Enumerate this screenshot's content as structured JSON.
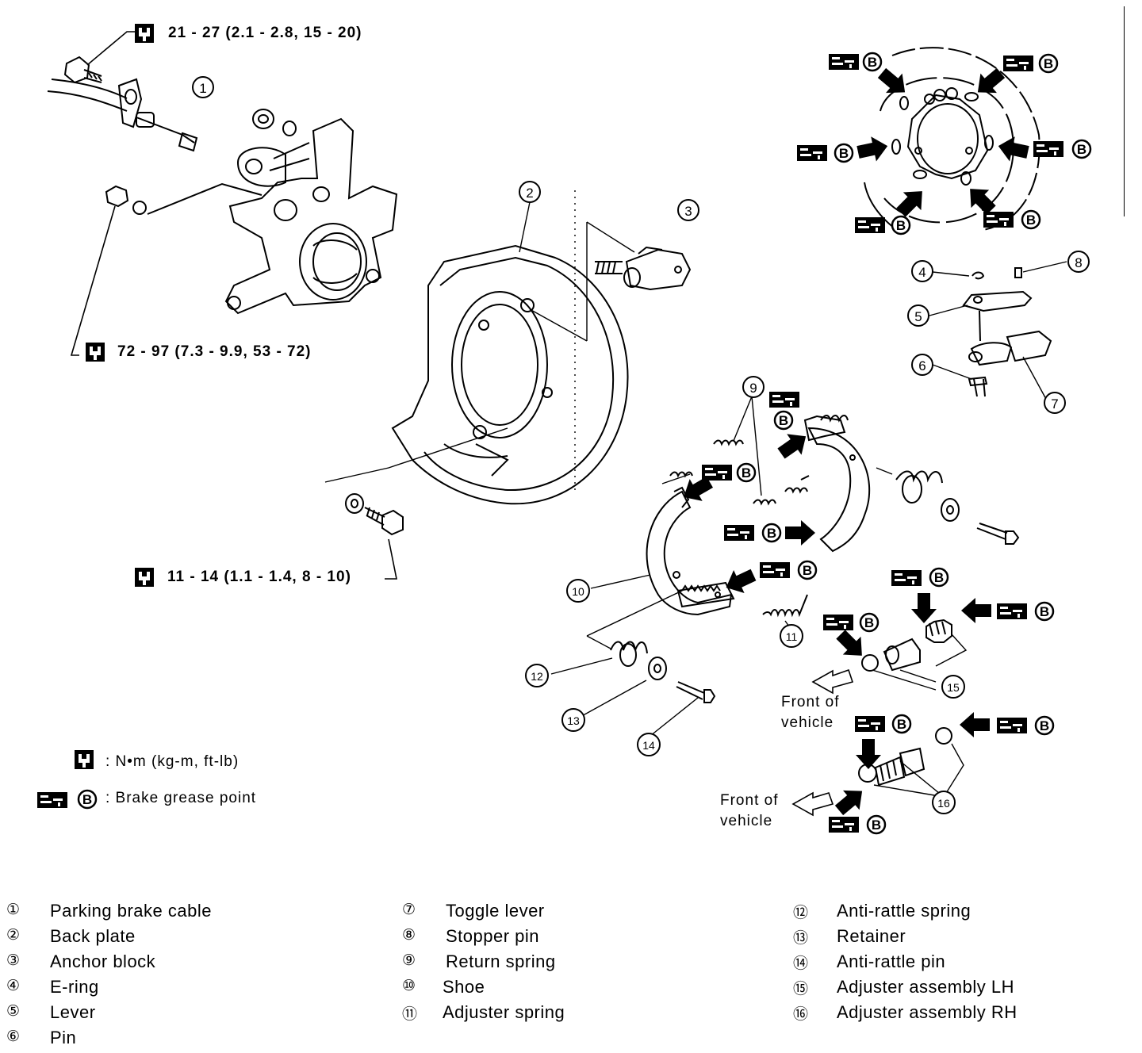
{
  "torque_specs": [
    {
      "id": "t1",
      "text": "21 - 27 (2.1 - 2.8, 15 - 20)"
    },
    {
      "id": "t2",
      "text": "72 - 97 (7.3 - 9.9, 53 - 72)"
    },
    {
      "id": "t3",
      "text": "11 - 14 (1.1 - 1.4, 8 - 10)"
    }
  ],
  "legend": {
    "torque_unit": ": N•m (kg-m, ft-lb)",
    "grease_point": ": Brake grease point",
    "grease_letter": "B"
  },
  "front_of_vehicle": [
    "Front of",
    "vehicle"
  ],
  "callouts": [
    "1",
    "2",
    "3",
    "4",
    "5",
    "6",
    "7",
    "8",
    "9",
    "10",
    "11",
    "12",
    "13",
    "14",
    "15",
    "16"
  ],
  "parts": [
    {
      "num": "①",
      "name": "Parking brake cable"
    },
    {
      "num": "②",
      "name": "Back plate"
    },
    {
      "num": "③",
      "name": "Anchor block"
    },
    {
      "num": "④",
      "name": "E-ring"
    },
    {
      "num": "⑤",
      "name": "Lever"
    },
    {
      "num": "⑥",
      "name": "Pin"
    },
    {
      "num": "⑦",
      "name": "Toggle lever"
    },
    {
      "num": "⑧",
      "name": "Stopper pin"
    },
    {
      "num": "⑨",
      "name": "Return spring"
    },
    {
      "num": "⑩",
      "name": "Shoe"
    },
    {
      "num": "⑪",
      "name": "Adjuster spring"
    },
    {
      "num": "⑫",
      "name": "Anti-rattle spring"
    },
    {
      "num": "⑬",
      "name": "Retainer"
    },
    {
      "num": "⑭",
      "name": "Anti-rattle pin"
    },
    {
      "num": "⑮",
      "name": "Adjuster assembly LH"
    },
    {
      "num": "⑯",
      "name": "Adjuster assembly RH"
    }
  ]
}
